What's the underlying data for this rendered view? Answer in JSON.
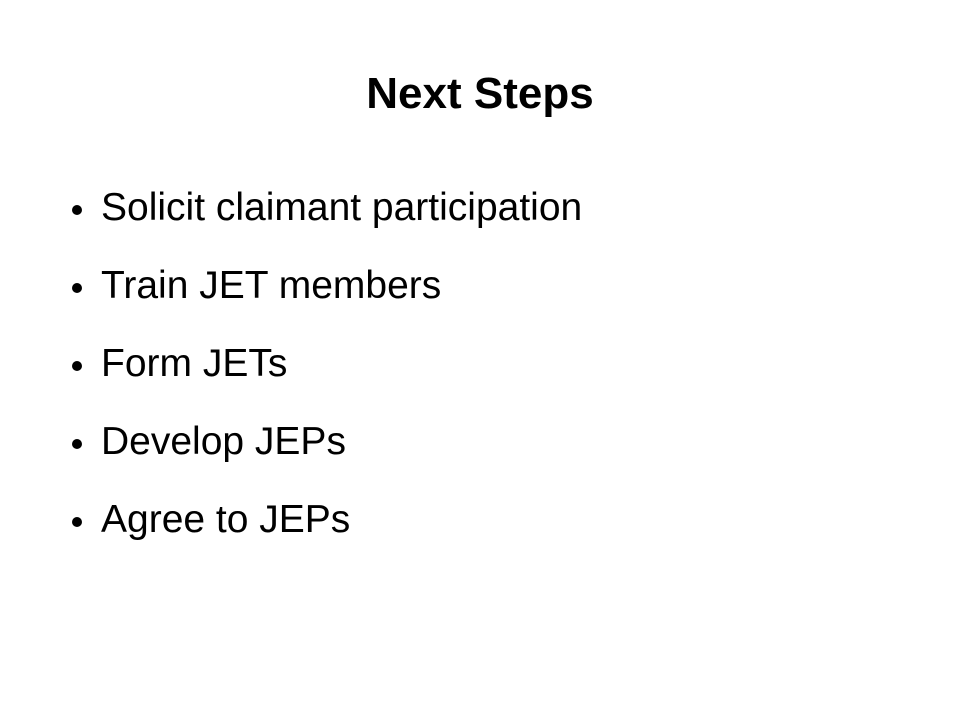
{
  "slide": {
    "title": "Next Steps",
    "bullets": [
      {
        "label": "Solicit claimant participation"
      },
      {
        "label": "Train JET members"
      },
      {
        "label": "Form JETs"
      },
      {
        "label": "Develop JEPs"
      },
      {
        "label": "Agree to JEPs"
      }
    ]
  },
  "colors": {
    "background": "#ffffff",
    "text": "#000000"
  }
}
